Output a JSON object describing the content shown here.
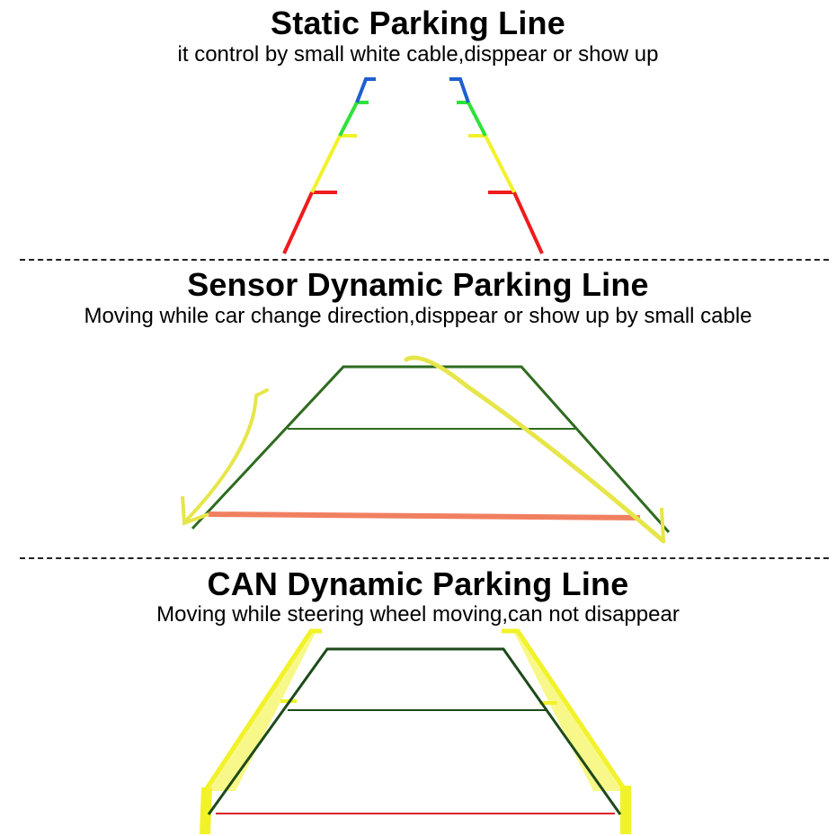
{
  "sections": [
    {
      "title": "Static Parking Line",
      "subtitle": "it control by small white cable,disppear or show up"
    },
    {
      "title": "Sensor Dynamic Parking Line",
      "subtitle": "Moving while car change direction,disppear or show up by small cable"
    },
    {
      "title": "CAN Dynamic Parking Line",
      "subtitle": "Moving while steering wheel moving,can not disappear"
    }
  ],
  "colors": {
    "blue": "#1f5fd0",
    "green": "#2ee23a",
    "yellow": "#f2f22a",
    "red": "#ee1c1c",
    "dark_green": "#2e6b1f",
    "orange": "#f08060",
    "guide_yellow": "#e6e64a",
    "can_dark": "#1d4a1a",
    "can_red": "#dd2222"
  }
}
